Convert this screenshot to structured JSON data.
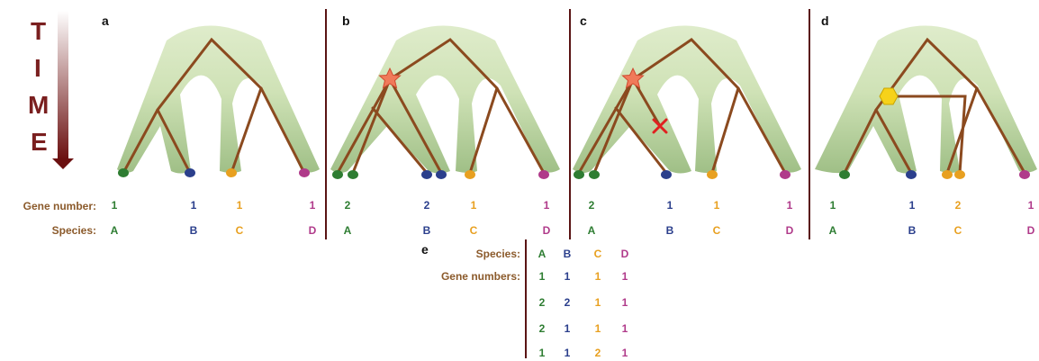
{
  "time_axis": {
    "letters": [
      "T",
      "I",
      "M",
      "E"
    ]
  },
  "row_labels": {
    "gene_number": "Gene number:",
    "species": "Species:"
  },
  "colors": {
    "A": "#2e7d32",
    "B": "#2b3f8c",
    "C": "#e8a020",
    "D": "#b03a8a",
    "branch": "#8b4a1f",
    "tree_fill_top": "#dfeccb",
    "tree_fill_bottom": "#9fbf86",
    "duplication_star": "#f07a5a",
    "loss_mark": "#e02020",
    "transfer_hexagon": "#f6d21a",
    "divider": "#5a1414"
  },
  "panels": [
    {
      "letter": "a",
      "gene_numbers": [
        "1",
        "1",
        "1",
        "1"
      ],
      "species": [
        "A",
        "B",
        "C",
        "D"
      ],
      "event": "none"
    },
    {
      "letter": "b",
      "gene_numbers": [
        "2",
        "2",
        "1",
        "1"
      ],
      "species": [
        "A",
        "B",
        "C",
        "D"
      ],
      "event": "duplication"
    },
    {
      "letter": "c",
      "gene_numbers": [
        "2",
        "1",
        "1",
        "1"
      ],
      "species": [
        "A",
        "B",
        "C",
        "D"
      ],
      "event": "duplication-and-loss"
    },
    {
      "letter": "d",
      "gene_numbers": [
        "1",
        "1",
        "2",
        "1"
      ],
      "species": [
        "A",
        "B",
        "C",
        "D"
      ],
      "event": "transfer"
    }
  ],
  "table_e": {
    "letter": "e",
    "species_label": "Species:",
    "gene_numbers_label": "Gene numbers:",
    "species": [
      "A",
      "B",
      "C",
      "D"
    ],
    "rows": [
      [
        "1",
        "1",
        "1",
        "1"
      ],
      [
        "2",
        "2",
        "1",
        "1"
      ],
      [
        "2",
        "1",
        "1",
        "1"
      ],
      [
        "1",
        "1",
        "2",
        "1"
      ]
    ]
  }
}
